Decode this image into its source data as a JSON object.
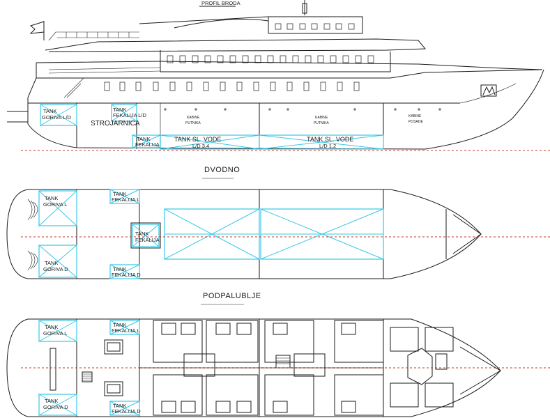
{
  "titles": {
    "profile": "PROFIL BRODA",
    "double_bottom": "DVODNO",
    "lower_deck": "PODPALUBLJE"
  },
  "profile_labels": {
    "fuel_tank": [
      "TANK",
      "GORIVA L/D"
    ],
    "sewage_tank_top": [
      "TANK",
      "FEKALIJA L/D"
    ],
    "engine_room": "STROJARNICA",
    "sewage_tank_bottom": [
      "TANK",
      "FEKALIJA"
    ],
    "water_tank_aft": [
      "TANK SL. VODE",
      "L/D 3,4"
    ],
    "water_tank_fwd": [
      "TANK SL. VODE",
      "L/D 1,2"
    ],
    "cabins_aft": [
      "KABINE",
      "PUTNIKA"
    ],
    "cabins_mid": [
      "KABINE",
      "PUTNIKA"
    ],
    "cabins_crew": [
      "KABINE",
      "POSADE"
    ]
  },
  "dvodno_labels": {
    "fuel_l": [
      "TANK",
      "GORIVA L"
    ],
    "fuel_d": [
      "TANK",
      "GORIVA D"
    ],
    "sewage_l": [
      "TANK",
      "FEKALIJA L"
    ],
    "sewage_d": [
      "TANK",
      "FEKALIJA D"
    ],
    "sewage_c": [
      "TANK",
      "FEKALIJA"
    ]
  },
  "deck_labels": {
    "fuel_l": [
      "TANK",
      "GORIVA L"
    ],
    "fuel_d": [
      "TANK",
      "GORIVA D"
    ],
    "sewage_l": [
      "TANK",
      "FEKALIJA L"
    ],
    "sewage_d": [
      "TANK",
      "FEKALIJA D"
    ]
  },
  "colors": {
    "lines": "#1a1a1a",
    "tanks": "#37c8e6",
    "frames": "#c0392b"
  }
}
